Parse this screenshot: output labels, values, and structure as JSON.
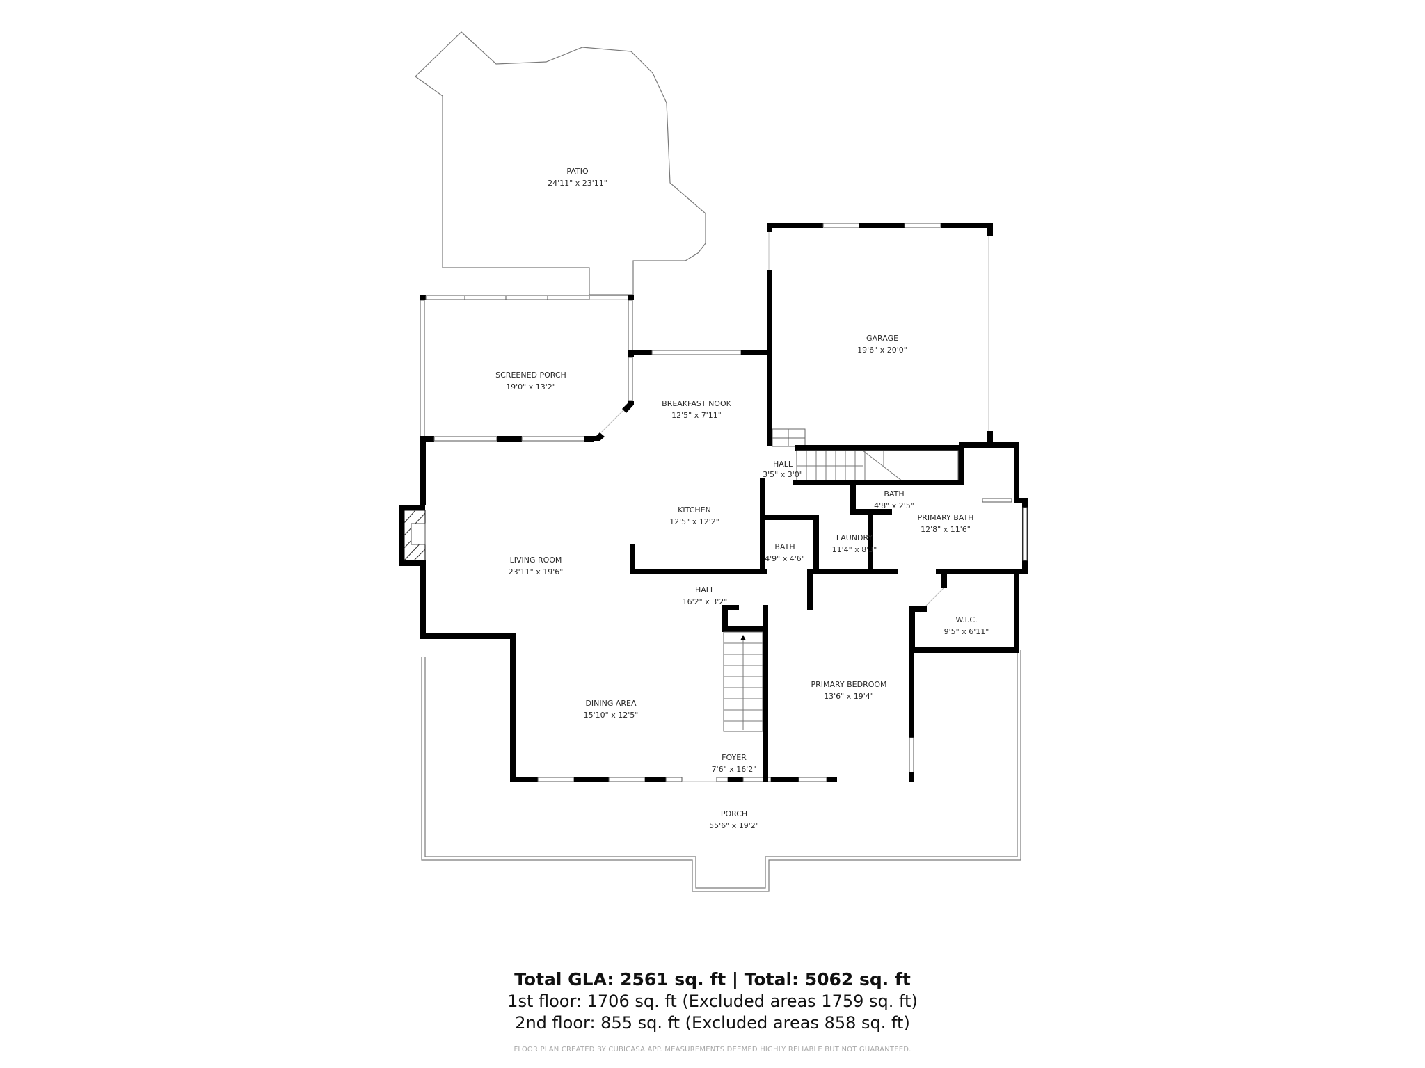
{
  "floor_plan": {
    "rooms": [
      {
        "id": "patio",
        "name": "PATIO",
        "dimensions": "24'11\" x 23'11\""
      },
      {
        "id": "screened_porch",
        "name": "SCREENED PORCH",
        "dimensions": "19'0\" x 13'2\""
      },
      {
        "id": "garage",
        "name": "GARAGE",
        "dimensions": "19'6\" x 20'0\""
      },
      {
        "id": "breakfast_nook",
        "name": "BREAKFAST NOOK",
        "dimensions": "12'5\" x 7'11\""
      },
      {
        "id": "hall_small",
        "name": "HALL",
        "dimensions": "3'5\" x 3'0\""
      },
      {
        "id": "bath_small",
        "name": "BATH",
        "dimensions": "4'8\" x 2'5\""
      },
      {
        "id": "primary_bath",
        "name": "PRIMARY BATH",
        "dimensions": "12'8\" x 11'6\""
      },
      {
        "id": "kitchen",
        "name": "KITCHEN",
        "dimensions": "12'5\" x 12'2\""
      },
      {
        "id": "living_room",
        "name": "LIVING ROOM",
        "dimensions": "23'11\" x 19'6\""
      },
      {
        "id": "bath",
        "name": "BATH",
        "dimensions": "4'9\" x 4'6\""
      },
      {
        "id": "laundry",
        "name": "LAUNDRY",
        "dimensions": "11'4\" x 8'3\""
      },
      {
        "id": "hall",
        "name": "HALL",
        "dimensions": "16'2\" x 3'2\""
      },
      {
        "id": "wic",
        "name": "W.I.C.",
        "dimensions": "9'5\" x 6'11\""
      },
      {
        "id": "primary_bedroom",
        "name": "PRIMARY BEDROOM",
        "dimensions": "13'6\" x 19'4\""
      },
      {
        "id": "dining_area",
        "name": "DINING AREA",
        "dimensions": "15'10\" x 12'5\""
      },
      {
        "id": "foyer",
        "name": "FOYER",
        "dimensions": "7'6\" x 16'2\""
      },
      {
        "id": "porch",
        "name": "PORCH",
        "dimensions": "55'6\" x 19'2\""
      }
    ]
  },
  "summary": {
    "total": "Total GLA: 2561 sq. ft | Total: 5062 sq. ft",
    "first_floor": "1st floor: 1706 sq. ft (Excluded areas 1759 sq. ft)",
    "second_floor": "2nd floor: 855 sq. ft (Excluded areas 858 sq. ft)",
    "disclaimer": "FLOOR PLAN CREATED BY CUBICASA APP. MEASUREMENTS DEEMED HIGHLY RELIABLE BUT NOT GUARANTEED."
  }
}
